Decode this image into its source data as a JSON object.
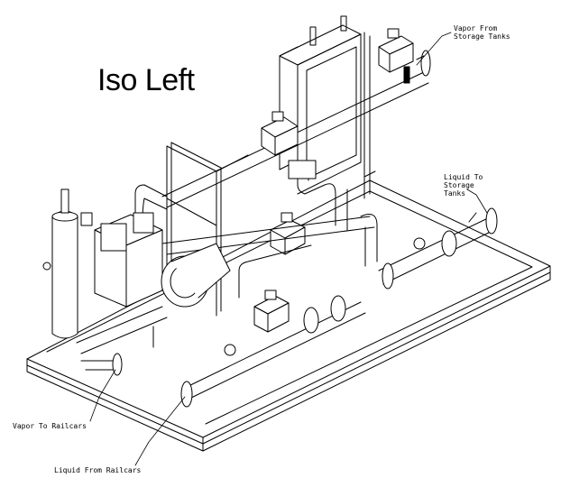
{
  "view_title": "Iso Left",
  "callouts": {
    "vapor_from_storage_line1": "Vapor From",
    "vapor_from_storage_line2": "Storage Tanks",
    "liquid_to_storage_line1": "Liquid To",
    "liquid_to_storage_line2": "Storage",
    "liquid_to_storage_line3": "Tanks",
    "vapor_to_railcars": "Vapor To Railcars",
    "liquid_from_railcars": "Liquid From Railcars"
  }
}
